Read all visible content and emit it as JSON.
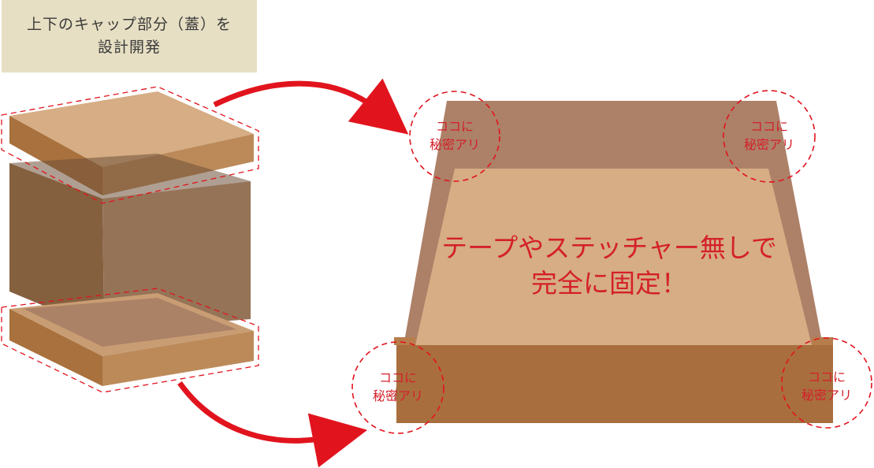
{
  "caption": {
    "line1": "上下のキャップ部分（蓋）を",
    "line2": "設計開発"
  },
  "corner_note": {
    "line1": "ココに",
    "line2": "秘密アリ"
  },
  "message": {
    "line1": "テープやステッチャー無しで",
    "line2": "完全に固定！"
  },
  "colors": {
    "accent_red": "#e1141e",
    "caption_bg": "#e6dfc3",
    "cardboard_light": "#d6ad84",
    "cardboard_mid": "#b0794a",
    "cardboard_dark": "#8b6b4e"
  }
}
